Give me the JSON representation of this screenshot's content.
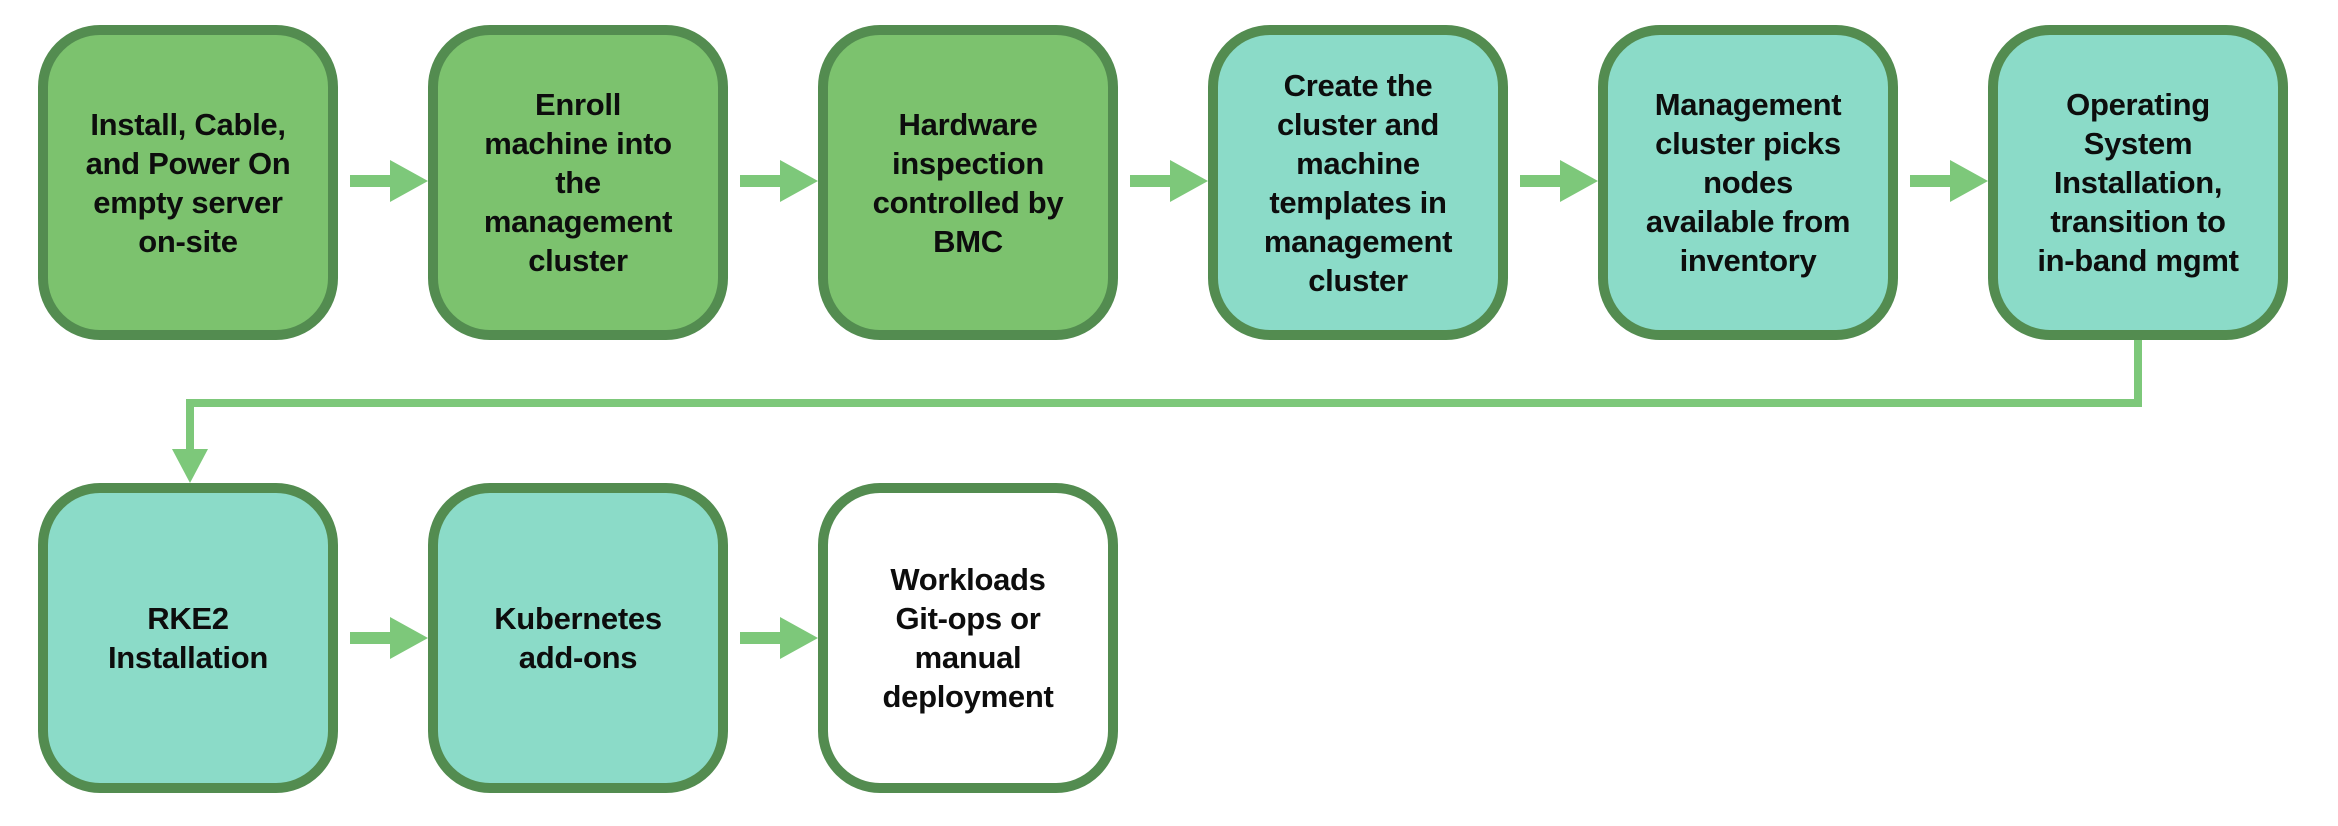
{
  "theme": {
    "background": "#ffffff",
    "border": "#538c50",
    "green_fill": "#7cc26e",
    "teal_fill": "#8bdbc8",
    "white_fill": "#ffffff",
    "arrow": "#7dc87a",
    "text": "#0d0d0d"
  },
  "nodes": [
    {
      "id": "install-cable-power-on",
      "fill": "green",
      "label": "Install, Cable,\nand Power On\nempty server\non-site"
    },
    {
      "id": "enroll-machine",
      "fill": "green",
      "label": "Enroll\nmachine into\nthe\nmanagement\ncluster"
    },
    {
      "id": "hardware-inspection",
      "fill": "green",
      "label": "Hardware\ninspection\ncontrolled by\nBMC"
    },
    {
      "id": "create-cluster-templates",
      "fill": "teal",
      "label": "Create the\ncluster and\nmachine\ntemplates in\nmanagement\ncluster"
    },
    {
      "id": "management-cluster-picks-nodes",
      "fill": "teal",
      "label": "Management\ncluster picks\nnodes\navailable from\ninventory"
    },
    {
      "id": "os-installation",
      "fill": "teal",
      "label": "Operating\nSystem\nInstallation,\ntransition to\nin-band mgmt"
    },
    {
      "id": "rke2-installation",
      "fill": "teal",
      "label": "RKE2\nInstallation"
    },
    {
      "id": "kubernetes-add-ons",
      "fill": "teal",
      "label": "Kubernetes\nadd-ons"
    },
    {
      "id": "workloads-deployment",
      "fill": "white",
      "label": "Workloads\nGit-ops or\nmanual\ndeployment"
    }
  ],
  "connections": [
    {
      "from": "install-cable-power-on",
      "to": "enroll-machine"
    },
    {
      "from": "enroll-machine",
      "to": "hardware-inspection"
    },
    {
      "from": "hardware-inspection",
      "to": "create-cluster-templates"
    },
    {
      "from": "create-cluster-templates",
      "to": "management-cluster-picks-nodes"
    },
    {
      "from": "management-cluster-picks-nodes",
      "to": "os-installation"
    },
    {
      "from": "os-installation",
      "to": "rke2-installation"
    },
    {
      "from": "rke2-installation",
      "to": "kubernetes-add-ons"
    },
    {
      "from": "kubernetes-add-ons",
      "to": "workloads-deployment"
    }
  ]
}
